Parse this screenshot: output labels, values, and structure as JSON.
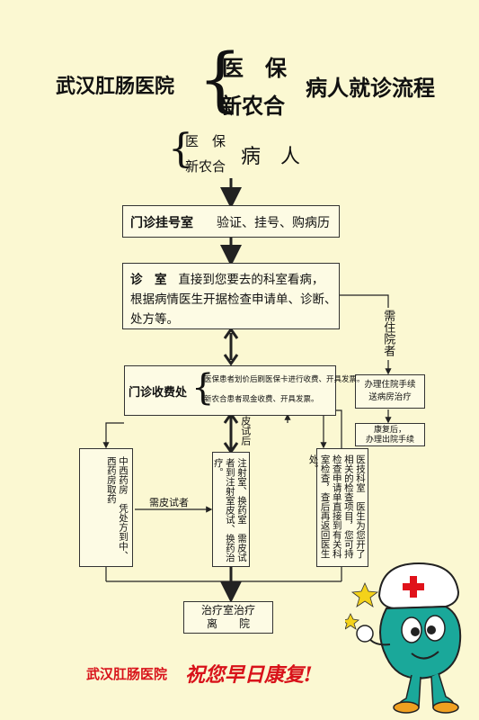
{
  "header": {
    "hospital": "武汉肛肠医院",
    "insurance": "医　保",
    "rural_coop": "新农合",
    "title": "病人就诊流程"
  },
  "patient": {
    "insurance": "医　保",
    "rural_coop": "新农合",
    "label": "病　人"
  },
  "registration": {
    "title": "门诊挂号室",
    "desc": "验证、挂号、购病历"
  },
  "consult": {
    "title": "诊　室",
    "line1": "直接到您要去的科室看病，",
    "line2": "根据病情医生开据检查申请单、诊断、",
    "line3": "处方等。"
  },
  "inpatient": {
    "needs": "需住院者",
    "admit": "办理住院手续送病房治疗",
    "admit_l1": "办理住院手续",
    "admit_l2": "送病房治疗",
    "discharge_l1": "康复后，",
    "discharge_l2": "办理出院手续"
  },
  "payment": {
    "title": "门诊收费处",
    "insured": "医保患者划价后刷医保卡进行收费、开具发票。",
    "rural": "新农合患者现金收费、开具发票。"
  },
  "skin_test_label": "皮试后",
  "need_skin_test": "需皮试者",
  "pharmacy": {
    "text": "中西药房　凭处方到中、西药房取药"
  },
  "injection": {
    "text": "注射室、换药室　需皮试者到注射室皮试、换药治疗。"
  },
  "medtech": {
    "text": "医技科室　医生为您开了相关的检查项目，您可持检查申请单直接到有关科室检查，查后再返回医生处。"
  },
  "treatment": {
    "line1": "治疗室治疗",
    "line2": "离　　院"
  },
  "footer": {
    "hospital": "武汉肛肠医院",
    "wish": "祝您早日康复!"
  },
  "colors": {
    "background": "#fbf8d2",
    "footer_red": "#d8121a",
    "mascot_green": "#1aa89a"
  }
}
